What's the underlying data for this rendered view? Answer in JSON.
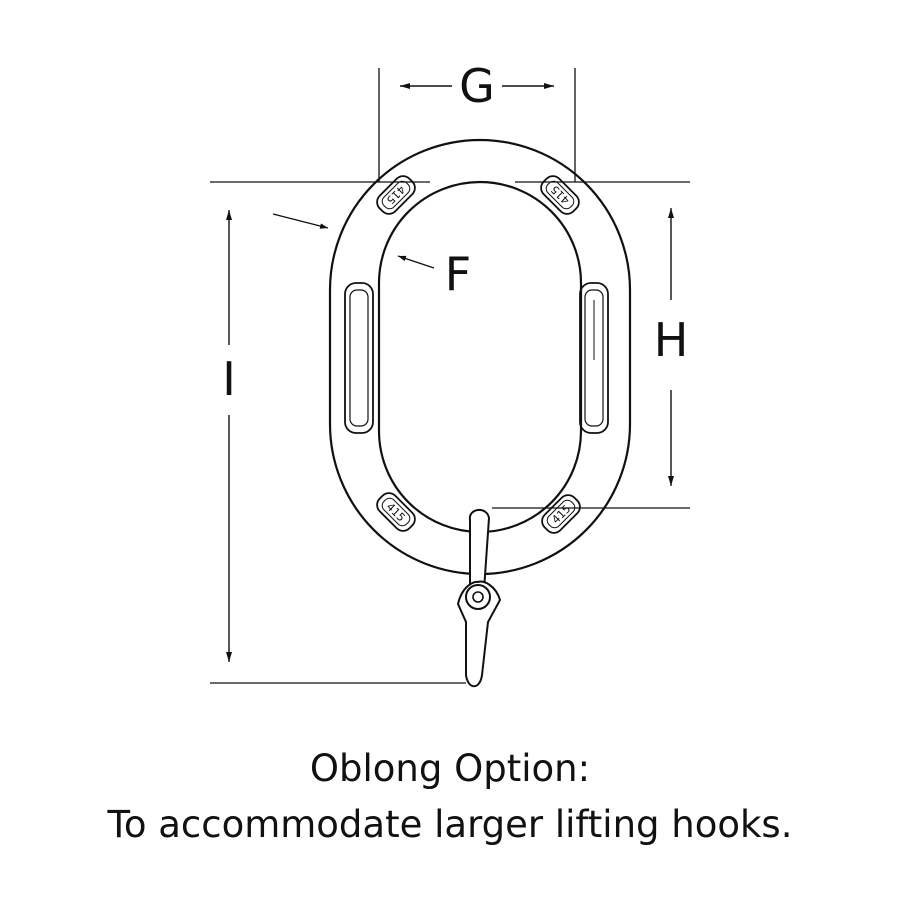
{
  "diagram": {
    "labels": {
      "g": "G",
      "h": "H",
      "i": "I",
      "f": "F"
    },
    "stamp": "415",
    "caption": {
      "line1": "Oblong Option:",
      "line2": "To accommodate larger lifting hooks."
    }
  }
}
